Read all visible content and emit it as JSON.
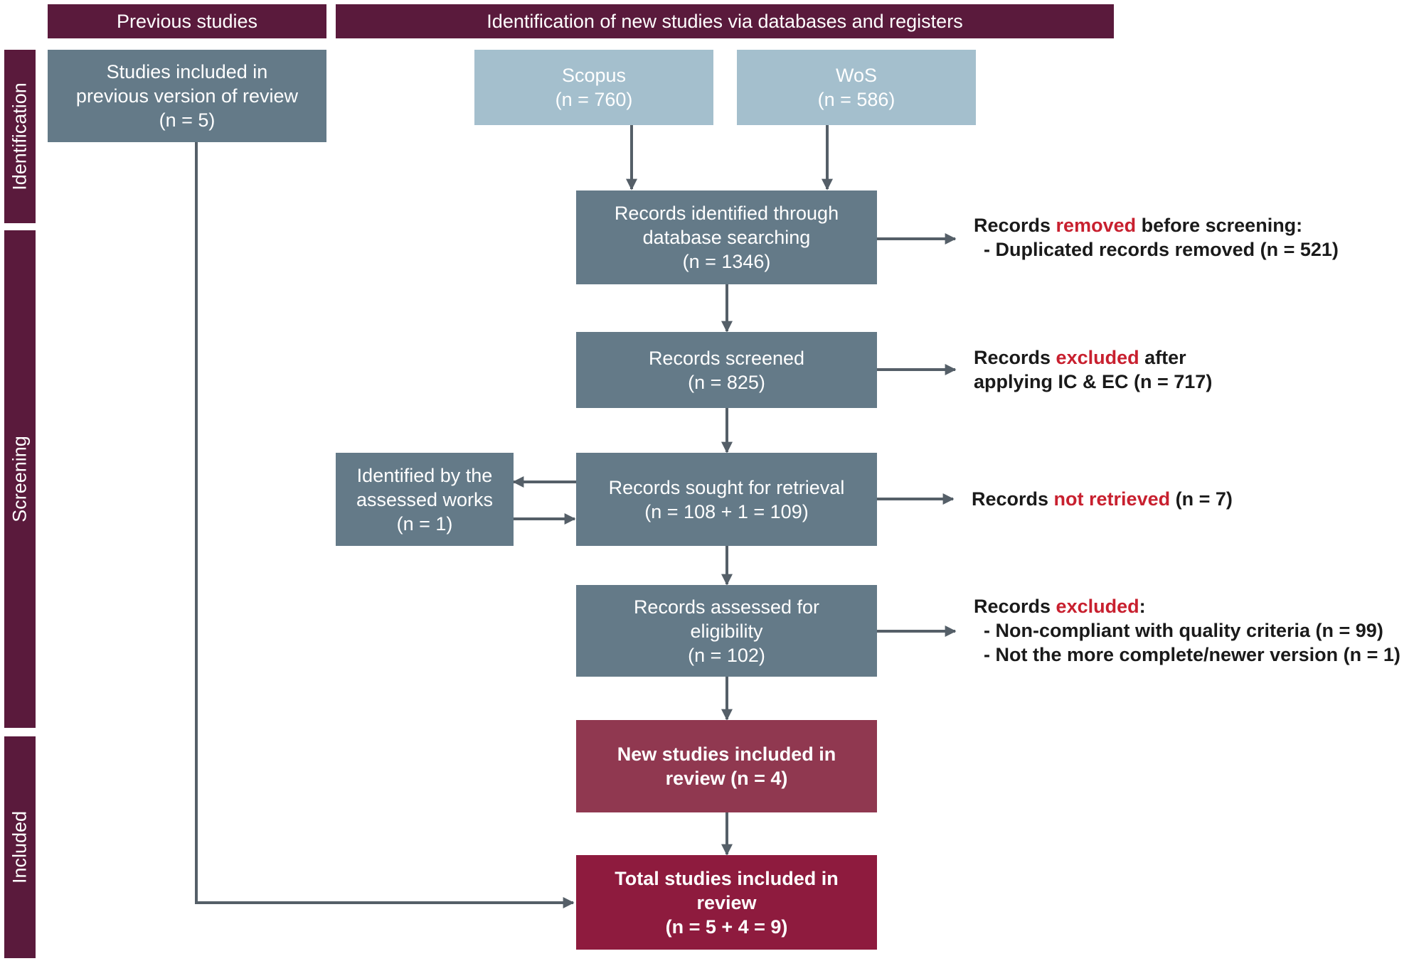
{
  "headers": {
    "previous": "Previous studies",
    "new": "Identification of new studies via databases and registers"
  },
  "phases": {
    "identification": "Identification",
    "screening": "Screening",
    "included": "Included"
  },
  "previous_box": {
    "line1": "Studies included in",
    "line2": "previous version of review",
    "line3": "(n = 5)"
  },
  "sources": {
    "scopus": {
      "name": "Scopus",
      "count": "(n = 760)"
    },
    "wos": {
      "name": "WoS",
      "count": "(n = 586)"
    }
  },
  "boxes": {
    "identified": {
      "line1": "Records identified through",
      "line2": "database searching",
      "line3": "(n = 1346)"
    },
    "screened": {
      "line1": "Records screened",
      "line2": "(n = 825)"
    },
    "sought": {
      "line1": "Records sought for retrieval",
      "line2": "(n = 108 + 1 = 109)"
    },
    "assessed_works": {
      "line1": "Identified by the",
      "line2": "assessed works",
      "line3": "(n = 1)"
    },
    "eligibility": {
      "line1": "Records assessed for",
      "line2": "eligibility",
      "line3": "(n = 102)"
    },
    "new_included": {
      "line1": "New studies included in",
      "line2": "review (n = 4)"
    },
    "total_included": {
      "line1": "Total studies included in",
      "line2": "review",
      "line3": "(n = 5 + 4 = 9)"
    }
  },
  "notes": {
    "removed": {
      "pre": "Records ",
      "highlight": "removed",
      "post": " before screening:",
      "item1": "- Duplicated records removed (n = 521)"
    },
    "excluded_ic": {
      "pre": "Records ",
      "highlight": "excluded",
      "post": " after",
      "line2": "applying IC & EC (n = 717)"
    },
    "not_retrieved": {
      "pre": "Records ",
      "highlight": "not retrieved",
      "post": " (n = 7)"
    },
    "excluded_eligibility": {
      "pre": "Records ",
      "highlight": "excluded",
      "post": ":",
      "item1": "- Non-compliant with quality criteria (n = 99)",
      "item2": "- Not the more complete/newer version (n = 1)"
    }
  },
  "colors": {
    "header": "#5a1a3c",
    "process_box": "#647a88",
    "source_box": "#a4bfcd",
    "new_included": "#903850",
    "total_included": "#8e1b3e",
    "highlight_text": "#c8202f"
  }
}
